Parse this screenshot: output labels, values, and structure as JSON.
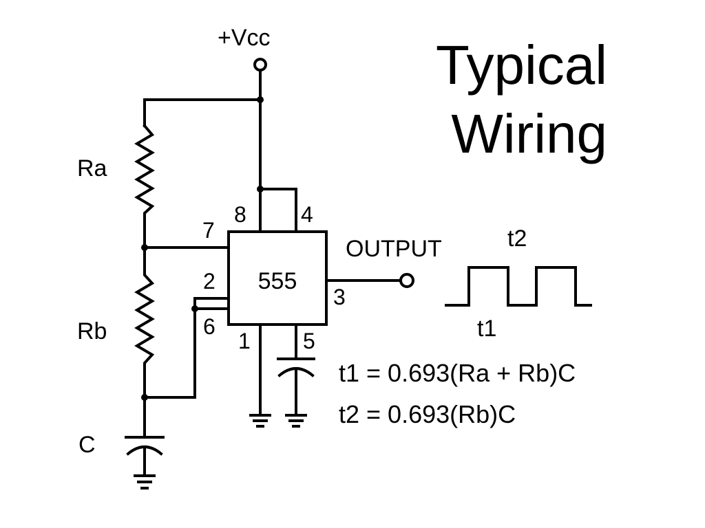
{
  "title": {
    "line1": "Typical",
    "line2": "Wiring"
  },
  "labels": {
    "vcc": "+Vcc",
    "ra": "Ra",
    "rb": "Rb",
    "c": "C",
    "output": "OUTPUT",
    "ic": "555"
  },
  "pins": {
    "p8": "8",
    "p4": "4",
    "p7": "7",
    "p2": "2",
    "p6": "6",
    "p1": "1",
    "p5": "5",
    "p3": "3"
  },
  "waveform": {
    "t1_label": "t1",
    "t2_label": "t2"
  },
  "equations": {
    "t1": "t1 = 0.693(Ra + Rb)C",
    "t2": "t2 = 0.693(Rb)C"
  }
}
